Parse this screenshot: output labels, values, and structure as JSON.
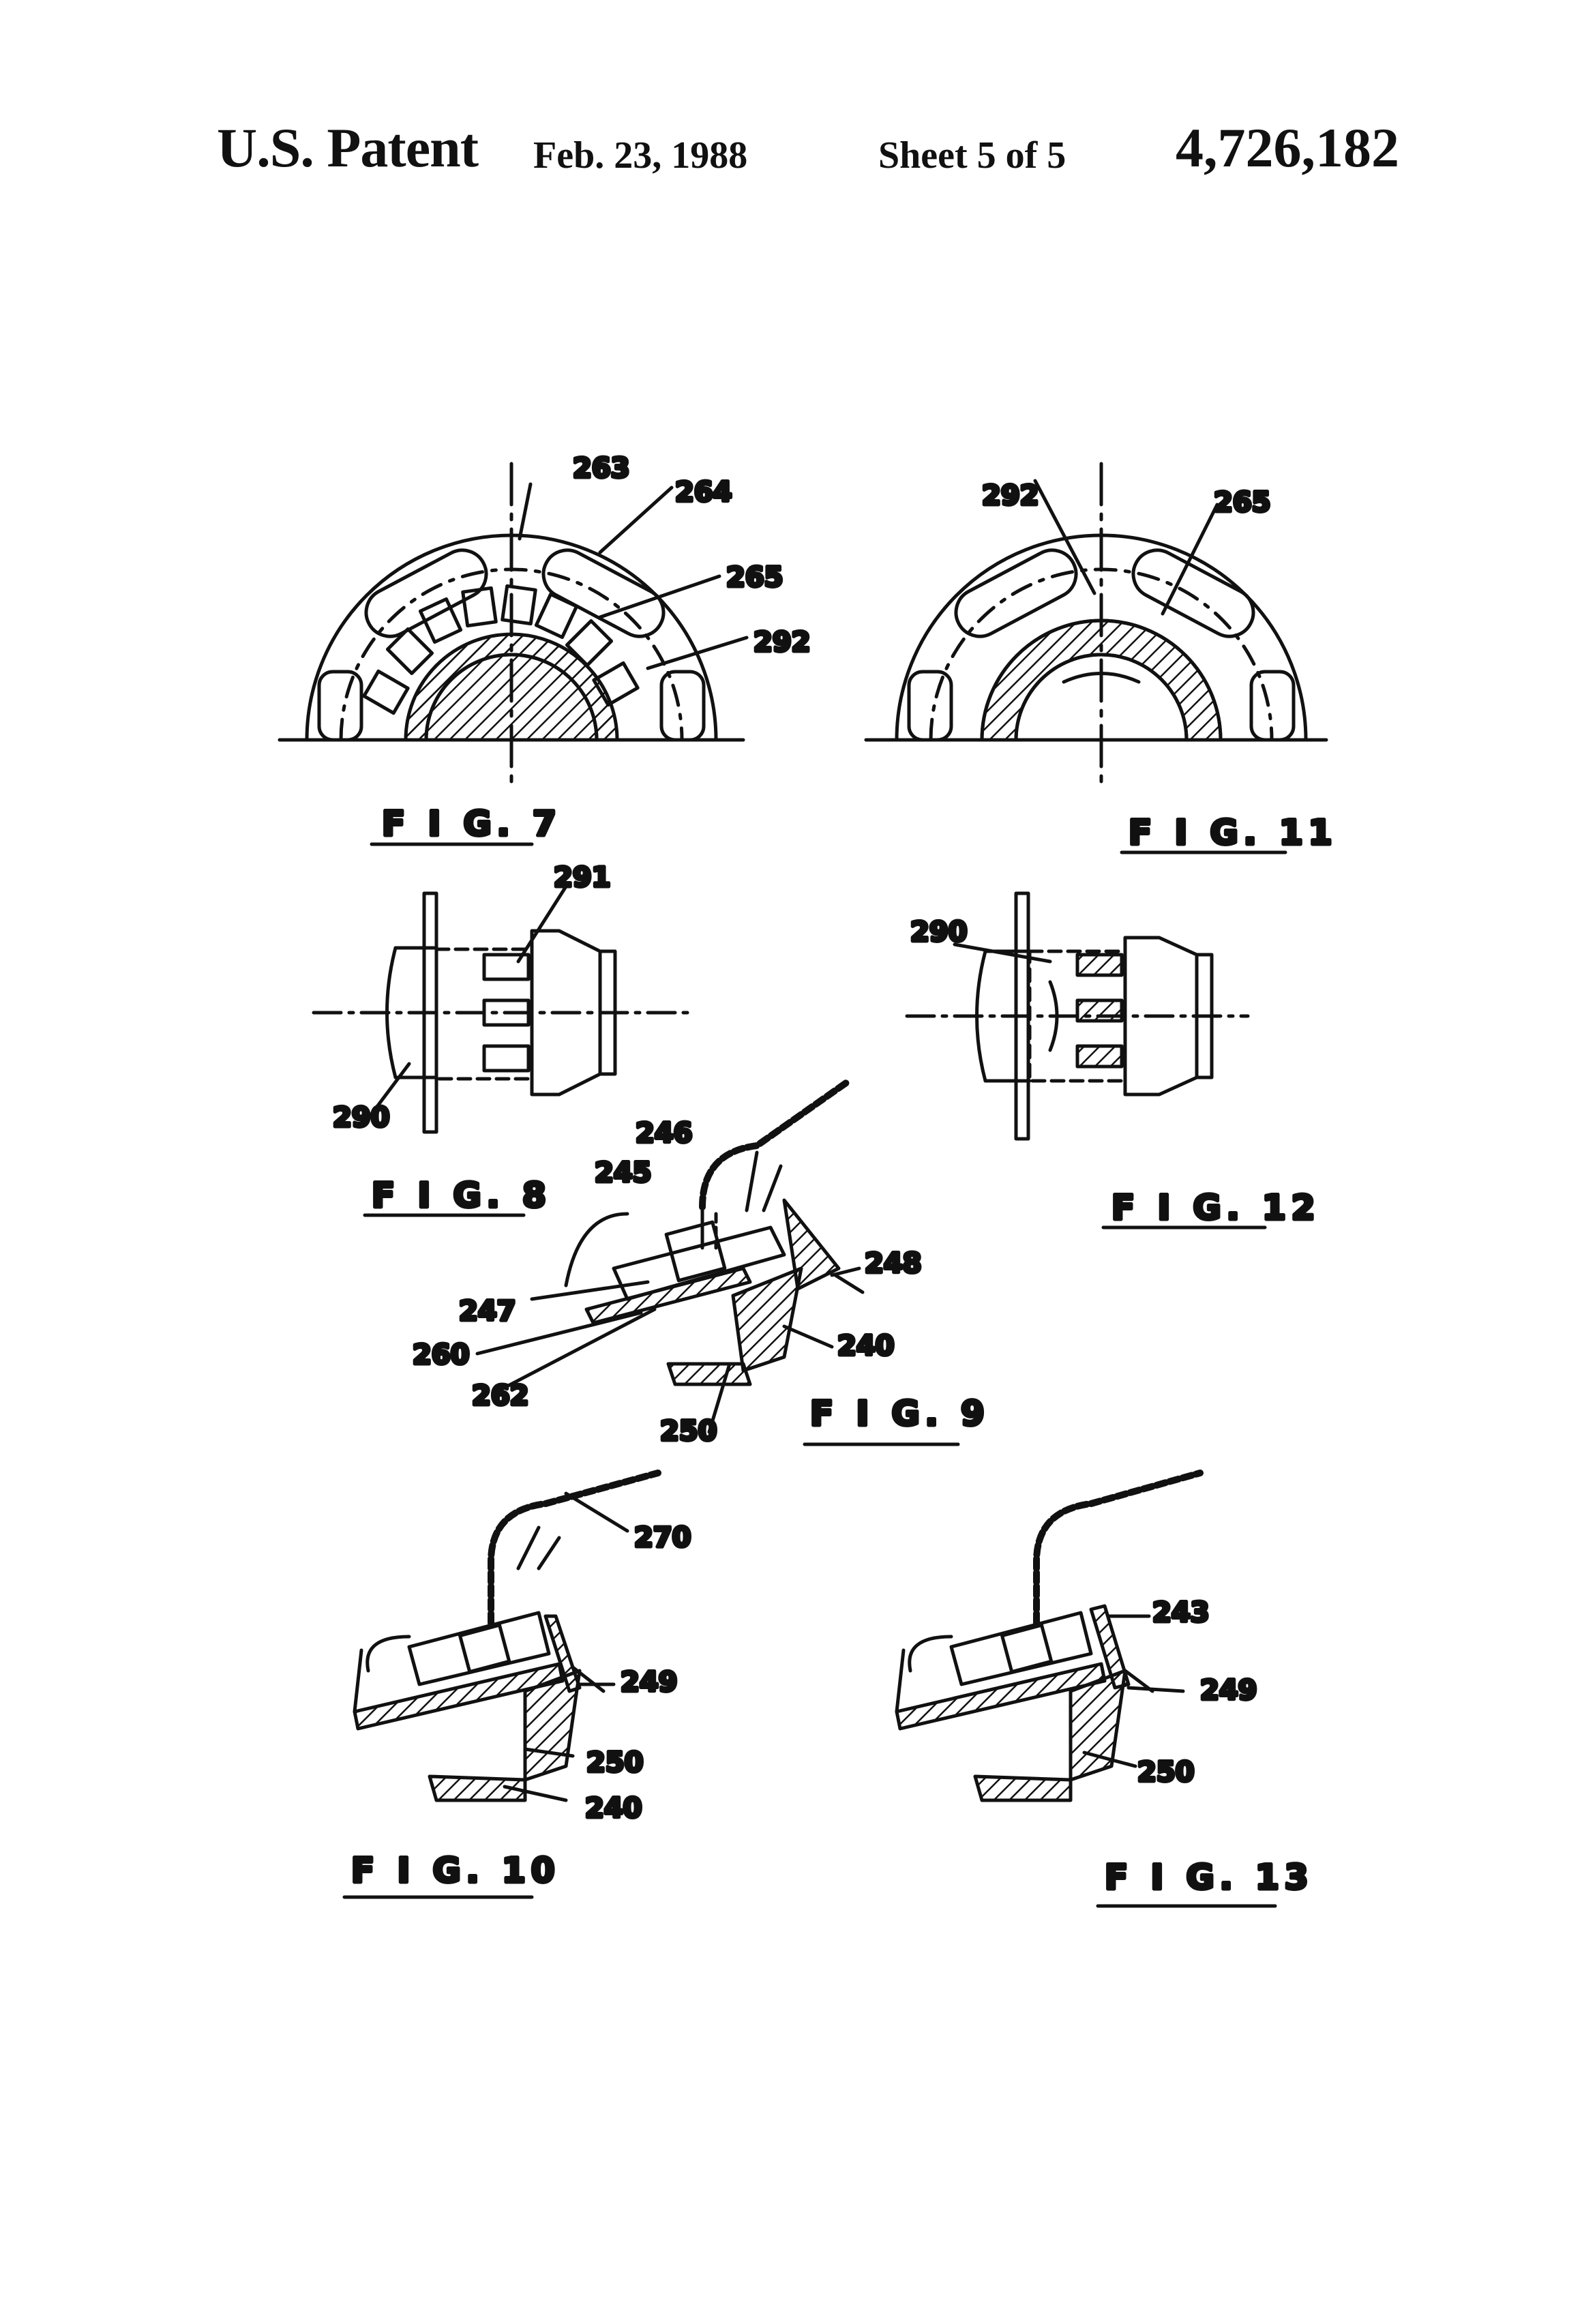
{
  "header": {
    "title": "U.S. Patent",
    "date": "Feb. 23, 1988",
    "sheet": "Sheet 5 of 5",
    "patent_number": "4,726,182"
  },
  "figures": {
    "fig7": {
      "caption": "F I G. 7",
      "labels": [
        "263",
        "264",
        "265",
        "292"
      ]
    },
    "fig11": {
      "caption": "F I G. 11",
      "labels": [
        "292",
        "265"
      ]
    },
    "fig8": {
      "caption": "F I G. 8",
      "labels": [
        "291",
        "290"
      ]
    },
    "fig12": {
      "caption": "F I G. 12",
      "labels": [
        "290"
      ]
    },
    "fig9": {
      "caption": "F I G. 9",
      "labels": [
        "246",
        "245",
        "248",
        "247",
        "260",
        "262",
        "240",
        "250"
      ]
    },
    "fig10": {
      "caption": "F I G. 10",
      "labels": [
        "270",
        "249",
        "250",
        "240"
      ]
    },
    "fig13": {
      "caption": "F I G. 13",
      "labels": [
        "243",
        "249",
        "250"
      ]
    }
  }
}
